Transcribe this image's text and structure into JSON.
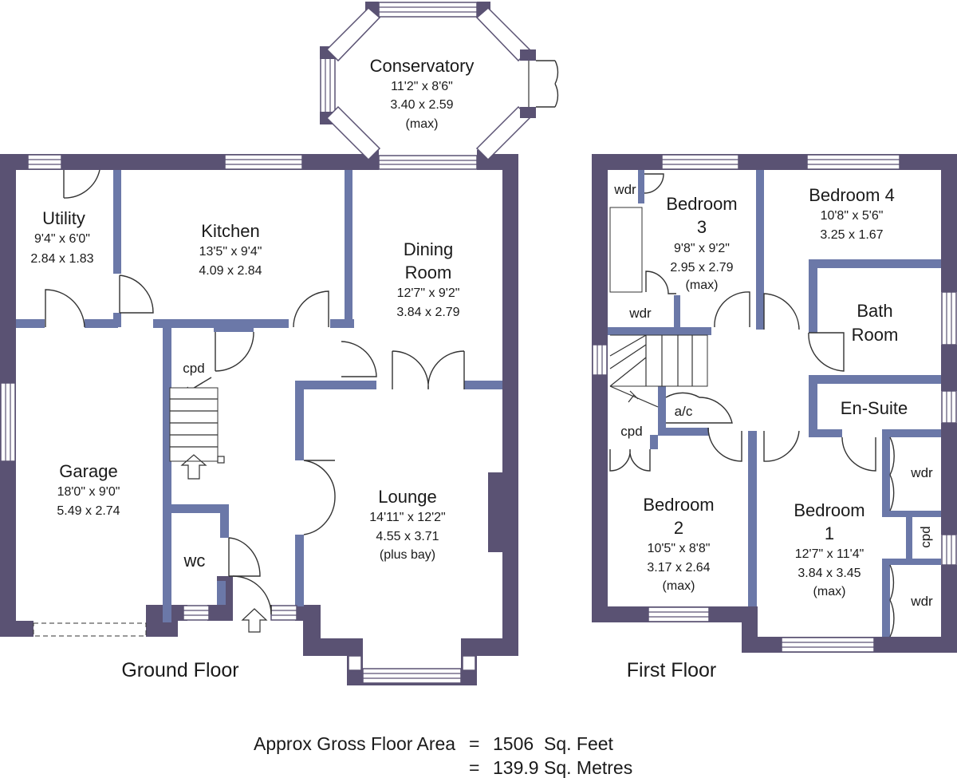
{
  "ground_floor": {
    "label": "Ground Floor",
    "rooms": {
      "conservatory": {
        "name": "Conservatory",
        "imperial": "11'2\"  x  8'6\"",
        "metric": "3.40  x  2.59",
        "note": "(max)"
      },
      "utility": {
        "name": "Utility",
        "imperial": "9'4\"  x  6'0\"",
        "metric": "2.84  x  1.83"
      },
      "kitchen": {
        "name": "Kitchen",
        "imperial": "13'5\"  x  9'4\"",
        "metric": "4.09  x  2.84"
      },
      "dining": {
        "name_line1": "Dining",
        "name_line2": "Room",
        "imperial": "12'7\"  x  9'2\"",
        "metric": "3.84  x  2.79"
      },
      "garage": {
        "name": "Garage",
        "imperial": "18'0\"  x  9'0\"",
        "metric": "5.49  x  2.74"
      },
      "lounge": {
        "name": "Lounge",
        "imperial": "14'11\"  x 12'2\"",
        "metric": "4.55  x  3.71",
        "note": "(plus bay)"
      },
      "cpd": {
        "name": "cpd"
      },
      "wc": {
        "name": "wc"
      }
    }
  },
  "first_floor": {
    "label": "First Floor",
    "rooms": {
      "bedroom3": {
        "name_line1": "Bedroom",
        "name_line2": "3",
        "imperial": "9'8\"  x  9'2\"",
        "metric": "2.95  x  2.79",
        "note": "(max)"
      },
      "bedroom4": {
        "name": "Bedroom 4",
        "imperial": "10'8\"  x  5'6\"",
        "metric": "3.25  x  1.67"
      },
      "bathroom": {
        "name_line1": "Bath",
        "name_line2": "Room"
      },
      "ensuite": {
        "name": "En-Suite"
      },
      "bedroom2": {
        "name_line1": "Bedroom",
        "name_line2": "2",
        "imperial": "10'5\"  x  8'8\"",
        "metric": "3.17  x  2.64",
        "note": "(max)"
      },
      "bedroom1": {
        "name_line1": "Bedroom",
        "name_line2": "1",
        "imperial": "12'7\"  x 11'4\"",
        "metric": "3.84  x  3.45",
        "note": "(max)"
      },
      "wdr_top": {
        "name": "wdr"
      },
      "wdr_mid": {
        "name": "wdr"
      },
      "wdr_b1_top": {
        "name": "wdr"
      },
      "wdr_b1_bottom": {
        "name": "wdr"
      },
      "ac": {
        "name": "a/c"
      },
      "cpd": {
        "name": "cpd"
      },
      "cpd_b1": {
        "name": "cpd"
      }
    }
  },
  "area": {
    "line1_label": "Approx Gross Floor Area",
    "eq1": "=",
    "sqft": "1506",
    "sqft_unit": "Sq. Feet",
    "eq2": "=",
    "sqm": "139.9",
    "sqm_unit": "Sq. Metres"
  },
  "colors": {
    "wall": "#5a5273",
    "inner_wall": "#6b78a8"
  }
}
